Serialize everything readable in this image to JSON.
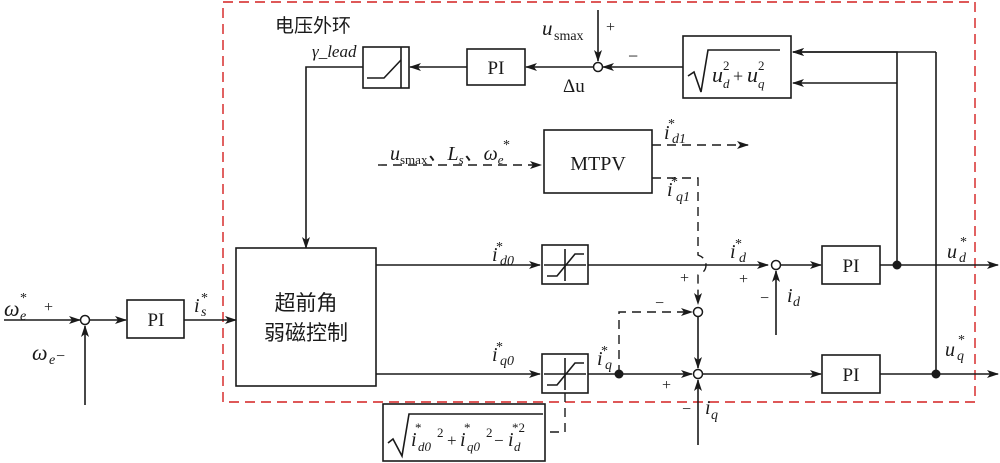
{
  "title": "超前角弱磁控制框图",
  "colors": {
    "frame": "#d42020",
    "line": "#1a1a1a"
  },
  "labels": {
    "outer_loop": "电压外环",
    "gamma_lead": "γ_lead",
    "pi": "PI",
    "mtpv": "MTPV",
    "fw_block_line1": "超前角",
    "fw_block_line2": "弱磁控制",
    "usmax_base": "u",
    "usmax_sub": "smax",
    "delta_u": "Δu",
    "plus": "+",
    "minus": "−",
    "mtpv_input_text": "u",
    "mtpv_input_sub": "smax",
    "mtpv_input_rest": "、L",
    "mtpv_input_ls_sub": "s",
    "mtpv_input_sep": "、ω",
    "mtpv_input_omega_sub": "e",
    "star": "*",
    "id1_base": "i",
    "id1_sub": "d1",
    "iq1_base": "i",
    "iq1_sub": "q1",
    "id0_base": "i",
    "id0_sub": "d0",
    "iq0_base": "i",
    "iq0_sub": "q0",
    "id_star_base": "i",
    "id_star_sub": "d",
    "iq_star_base": "i",
    "iq_star_sub": "q",
    "id_base": "i",
    "id_sub": "d",
    "iq_base": "i",
    "iq_sub": "q",
    "is_base": "i",
    "is_sub": "s",
    "ud_base": "u",
    "ud_sub": "d",
    "uq_base": "u",
    "uq_sub": "q",
    "we_star_base": "ω",
    "we_star_sub": "e",
    "we_base": "ω",
    "we_sub": "e",
    "sqrt_udq": "√(u_d² + u_q²)",
    "sqrt_iq_limit": "√(i*_d0² + i*_q0² − i*_d²)"
  }
}
